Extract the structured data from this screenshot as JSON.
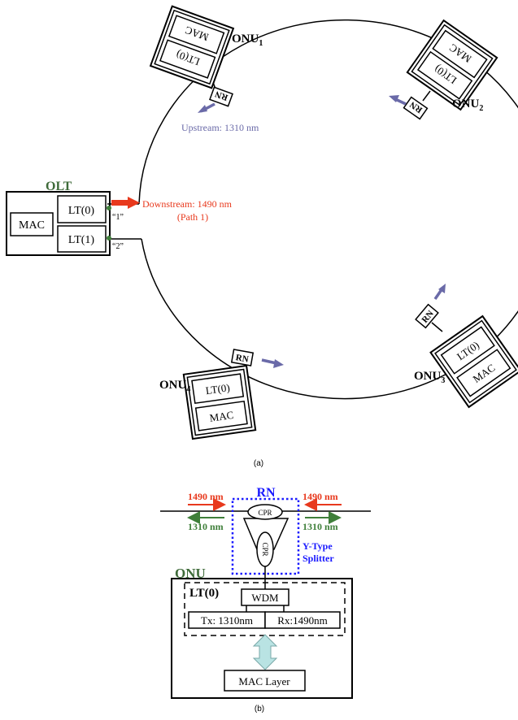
{
  "diagram_a": {
    "olt": {
      "title": "OLT",
      "mac": "MAC",
      "lt0": "LT(0)",
      "lt1": "LT(1)",
      "port1": "“1”",
      "port2": "“2”"
    },
    "downstream": {
      "line1": "Downstream: 1490 nm",
      "line2": "(Path 1)"
    },
    "upstream": "Upstream: 1310 nm",
    "rn_label": "RN",
    "onu_prefix": "ONU",
    "onus": [
      {
        "sub": "1",
        "lt": "LT(0)",
        "mac": "MAC"
      },
      {
        "sub": "2",
        "lt": "LT(0)",
        "mac": "MAC"
      },
      {
        "sub": "3",
        "lt": "LT(0)",
        "mac": "MAC"
      },
      {
        "sub": "4",
        "lt": "LT(0)",
        "mac": "MAC"
      }
    ],
    "caption": "(a)"
  },
  "diagram_b": {
    "rn_title": "RN",
    "left_down": "1490 nm",
    "left_up": "1310 nm",
    "right_down": "1490 nm",
    "right_up": "1310 nm",
    "cpr": "CPR",
    "splitter_line1": "Y-Type",
    "splitter_line2": "Splitter",
    "onu_title": "ONU",
    "lt_title": "LT(0)",
    "wdm": "WDM",
    "tx": "Tx: 1310nm",
    "rx": "Rx:1490nm",
    "mac_layer": "MAC Layer",
    "caption": "(b)"
  },
  "colors": {
    "green_label": "#3f6b3a",
    "downstream_red": "#e8391d",
    "upstream_purple": "#6a6aa8",
    "rn_blue": "#1a1aff",
    "green_arrow": "#3f7f3a",
    "light_arrow": "#b9e3e3"
  }
}
